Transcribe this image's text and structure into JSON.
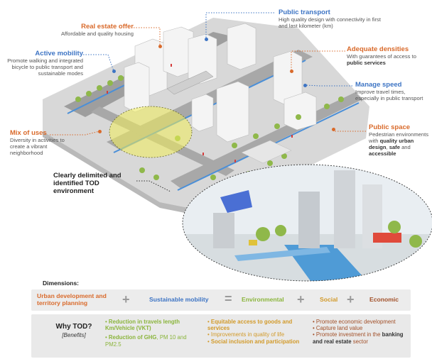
{
  "callouts": {
    "real_estate": {
      "title": "Real estate offer",
      "desc": "Affordable and quality housing"
    },
    "active_mobility": {
      "title": "Active mobility",
      "desc": "Promote walking and integrated bicycle to public transport and sustainable modes"
    },
    "public_transport": {
      "title": "Public transport",
      "desc": "High quality design with connectivity in first and last kilometer (km)"
    },
    "adequate_densities": {
      "title": "Adequate densities",
      "desc": "With guarantees of access to",
      "desc_bold": "public services"
    },
    "manage_speed": {
      "title": "Manage speed",
      "desc": "Improve travel times, especially in public transport"
    },
    "public_space": {
      "title": "Public space",
      "desc": "Pedestrian environments with",
      "desc_bold1": "quality urban design",
      "desc_mid": ",",
      "desc_bold2": "safe",
      "desc_and": "and",
      "desc_bold3": "accessible"
    },
    "mix_of_uses": {
      "title": "Mix of uses",
      "desc": "Diversity in activities to create a vibrant neighborhood"
    },
    "tod_environment": {
      "title": "Clearly delimited and identified TOD environment"
    }
  },
  "dimensions": {
    "heading": "Dimensions:",
    "urban": "Urban development and territory planning",
    "plus1": "+",
    "mobility": "Sustainable mobility",
    "equals": "=",
    "environmental": "Environmental",
    "plus2": "+",
    "social": "Social",
    "plus3": "+",
    "economic": "Economic"
  },
  "why": {
    "title": "Why TOD?",
    "subtitle": "[Benefits]",
    "environmental": [
      {
        "bold": "Reduction in travels length Km/Vehicle (VKT)",
        "rest": ""
      },
      {
        "bold": "Reduction of GHG",
        "rest": ", PM 10 and PM2.5"
      }
    ],
    "social": [
      {
        "bold": "Equitable access to goods and services",
        "rest": ""
      },
      {
        "bold": "",
        "rest": "Improvements in quality of life"
      },
      {
        "bold": "Social inclusion and participation",
        "rest": ""
      }
    ],
    "economic": [
      {
        "pre": "Promote economic development",
        "bold": ""
      },
      {
        "pre": "Capture land value",
        "bold": ""
      },
      {
        "pre": "Promote investment in the",
        "bold": "banking and real estate",
        "post": "sector"
      }
    ]
  },
  "colors": {
    "orange": "#d96a2b",
    "blue": "#3d74c4",
    "green": "#8bb53c",
    "gold": "#d29a2a",
    "brown": "#a2512a"
  }
}
